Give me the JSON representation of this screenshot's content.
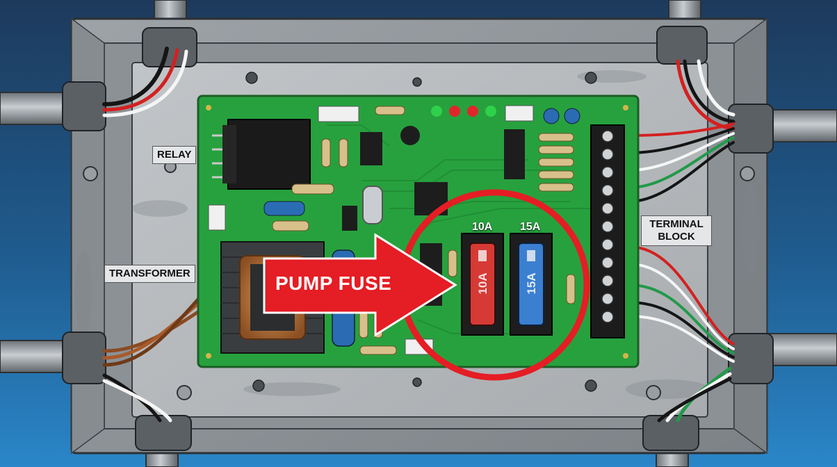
{
  "labels": {
    "relay": "RELAY",
    "transformer": "TRANSFORMER",
    "terminal_block": "TERMINAL\nBLOCK",
    "pump_fuse": "PUMP FUSE"
  },
  "fuses": [
    {
      "rating": "10A",
      "body_text": "10A",
      "color": "#d63a35"
    },
    {
      "rating": "15A",
      "body_text": "15A",
      "color": "#3b7fd1"
    }
  ],
  "colors": {
    "background_top": "#1d3a5c",
    "background_bottom": "#2a86c8",
    "enclosure": "#a7abaf",
    "pcb": "#27a13e",
    "highlight": "#e51d24"
  }
}
